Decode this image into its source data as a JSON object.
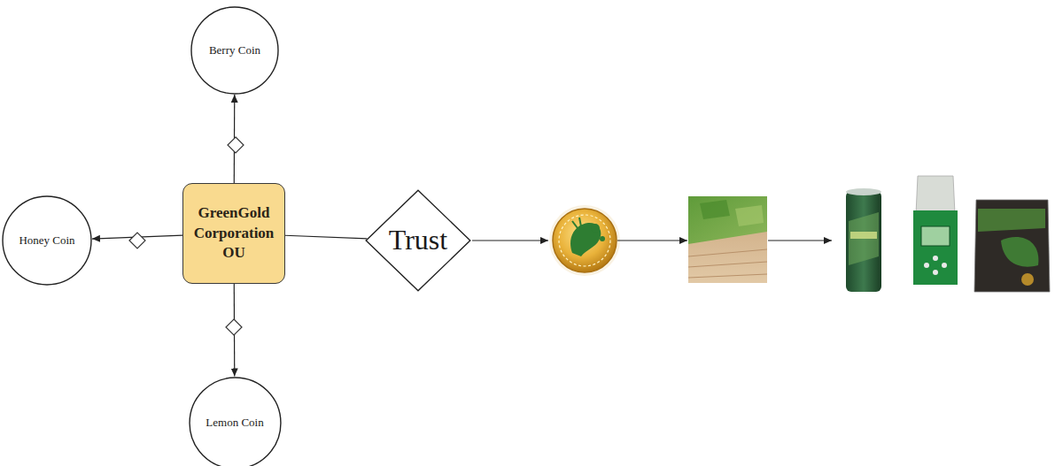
{
  "diagram": {
    "nodes": [
      {
        "text": [
          "Berry Coin"
        ]
      },
      {
        "text": [
          "Honey Coin"
        ]
      },
      {
        "text": [
          "GreenGold Corporation OU"
        ]
      },
      {
        "text": [
          "Trust"
        ]
      },
      {
        "text": [
          "Lemon Coin"
        ]
      }
    ],
    "edges": [
      {
        "from": 2,
        "to": 0,
        "arrow": "to"
      },
      {
        "from": 2,
        "to": 1,
        "arrow": "to"
      },
      {
        "from": 2,
        "to": 4,
        "arrow": "to"
      },
      {
        "from": 2,
        "to": 3,
        "arrow": "none"
      }
    ]
  }
}
